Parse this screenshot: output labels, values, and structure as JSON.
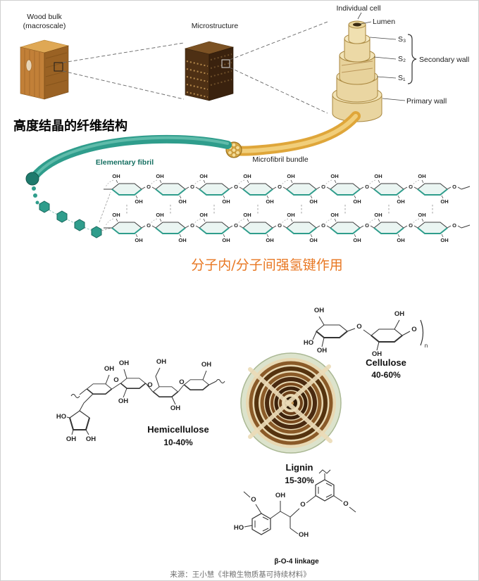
{
  "figure": {
    "source_caption": "来源：王小慧《非粮生物质基可持续材料》"
  },
  "hierarchy": {
    "wood_bulk_line1": "Wood bulk",
    "wood_bulk_line2": "(macroscale)",
    "microstructure": "Microstructure",
    "individual_cell": "Individual cell",
    "lumen": "Lumen",
    "s3": "S₃",
    "s2": "S₂",
    "s1": "S₁",
    "secondary_wall": "Secondary wall",
    "primary_wall": "Primary wall",
    "elementary_fibril": "Elementary fibril",
    "microfibril_bundle": "Microfibril bundle"
  },
  "annotations": {
    "crystalline_heading": "高度结晶的纤维结构",
    "hydrogen_bond": "分子内/分子间强氢键作用"
  },
  "composition": {
    "hemicellulose": {
      "name": "Hemicellulose",
      "percent": "10-40%"
    },
    "cellulose": {
      "name": "Cellulose",
      "percent": "40-60%"
    },
    "lignin": {
      "name": "Lignin",
      "percent": "15-30%"
    },
    "linkage_label": "β-O-4 linkage"
  },
  "chem": {
    "oh": "OH",
    "ho": "HO",
    "o": "O",
    "n": "n"
  },
  "colors": {
    "teal": "#2f9d8c",
    "teal_dark": "#1f7a6d",
    "gold": "#e0a83c",
    "orange_accent": "#e87722",
    "wood_tan": "#c28038",
    "cell_cream": "#f0e0b0"
  }
}
